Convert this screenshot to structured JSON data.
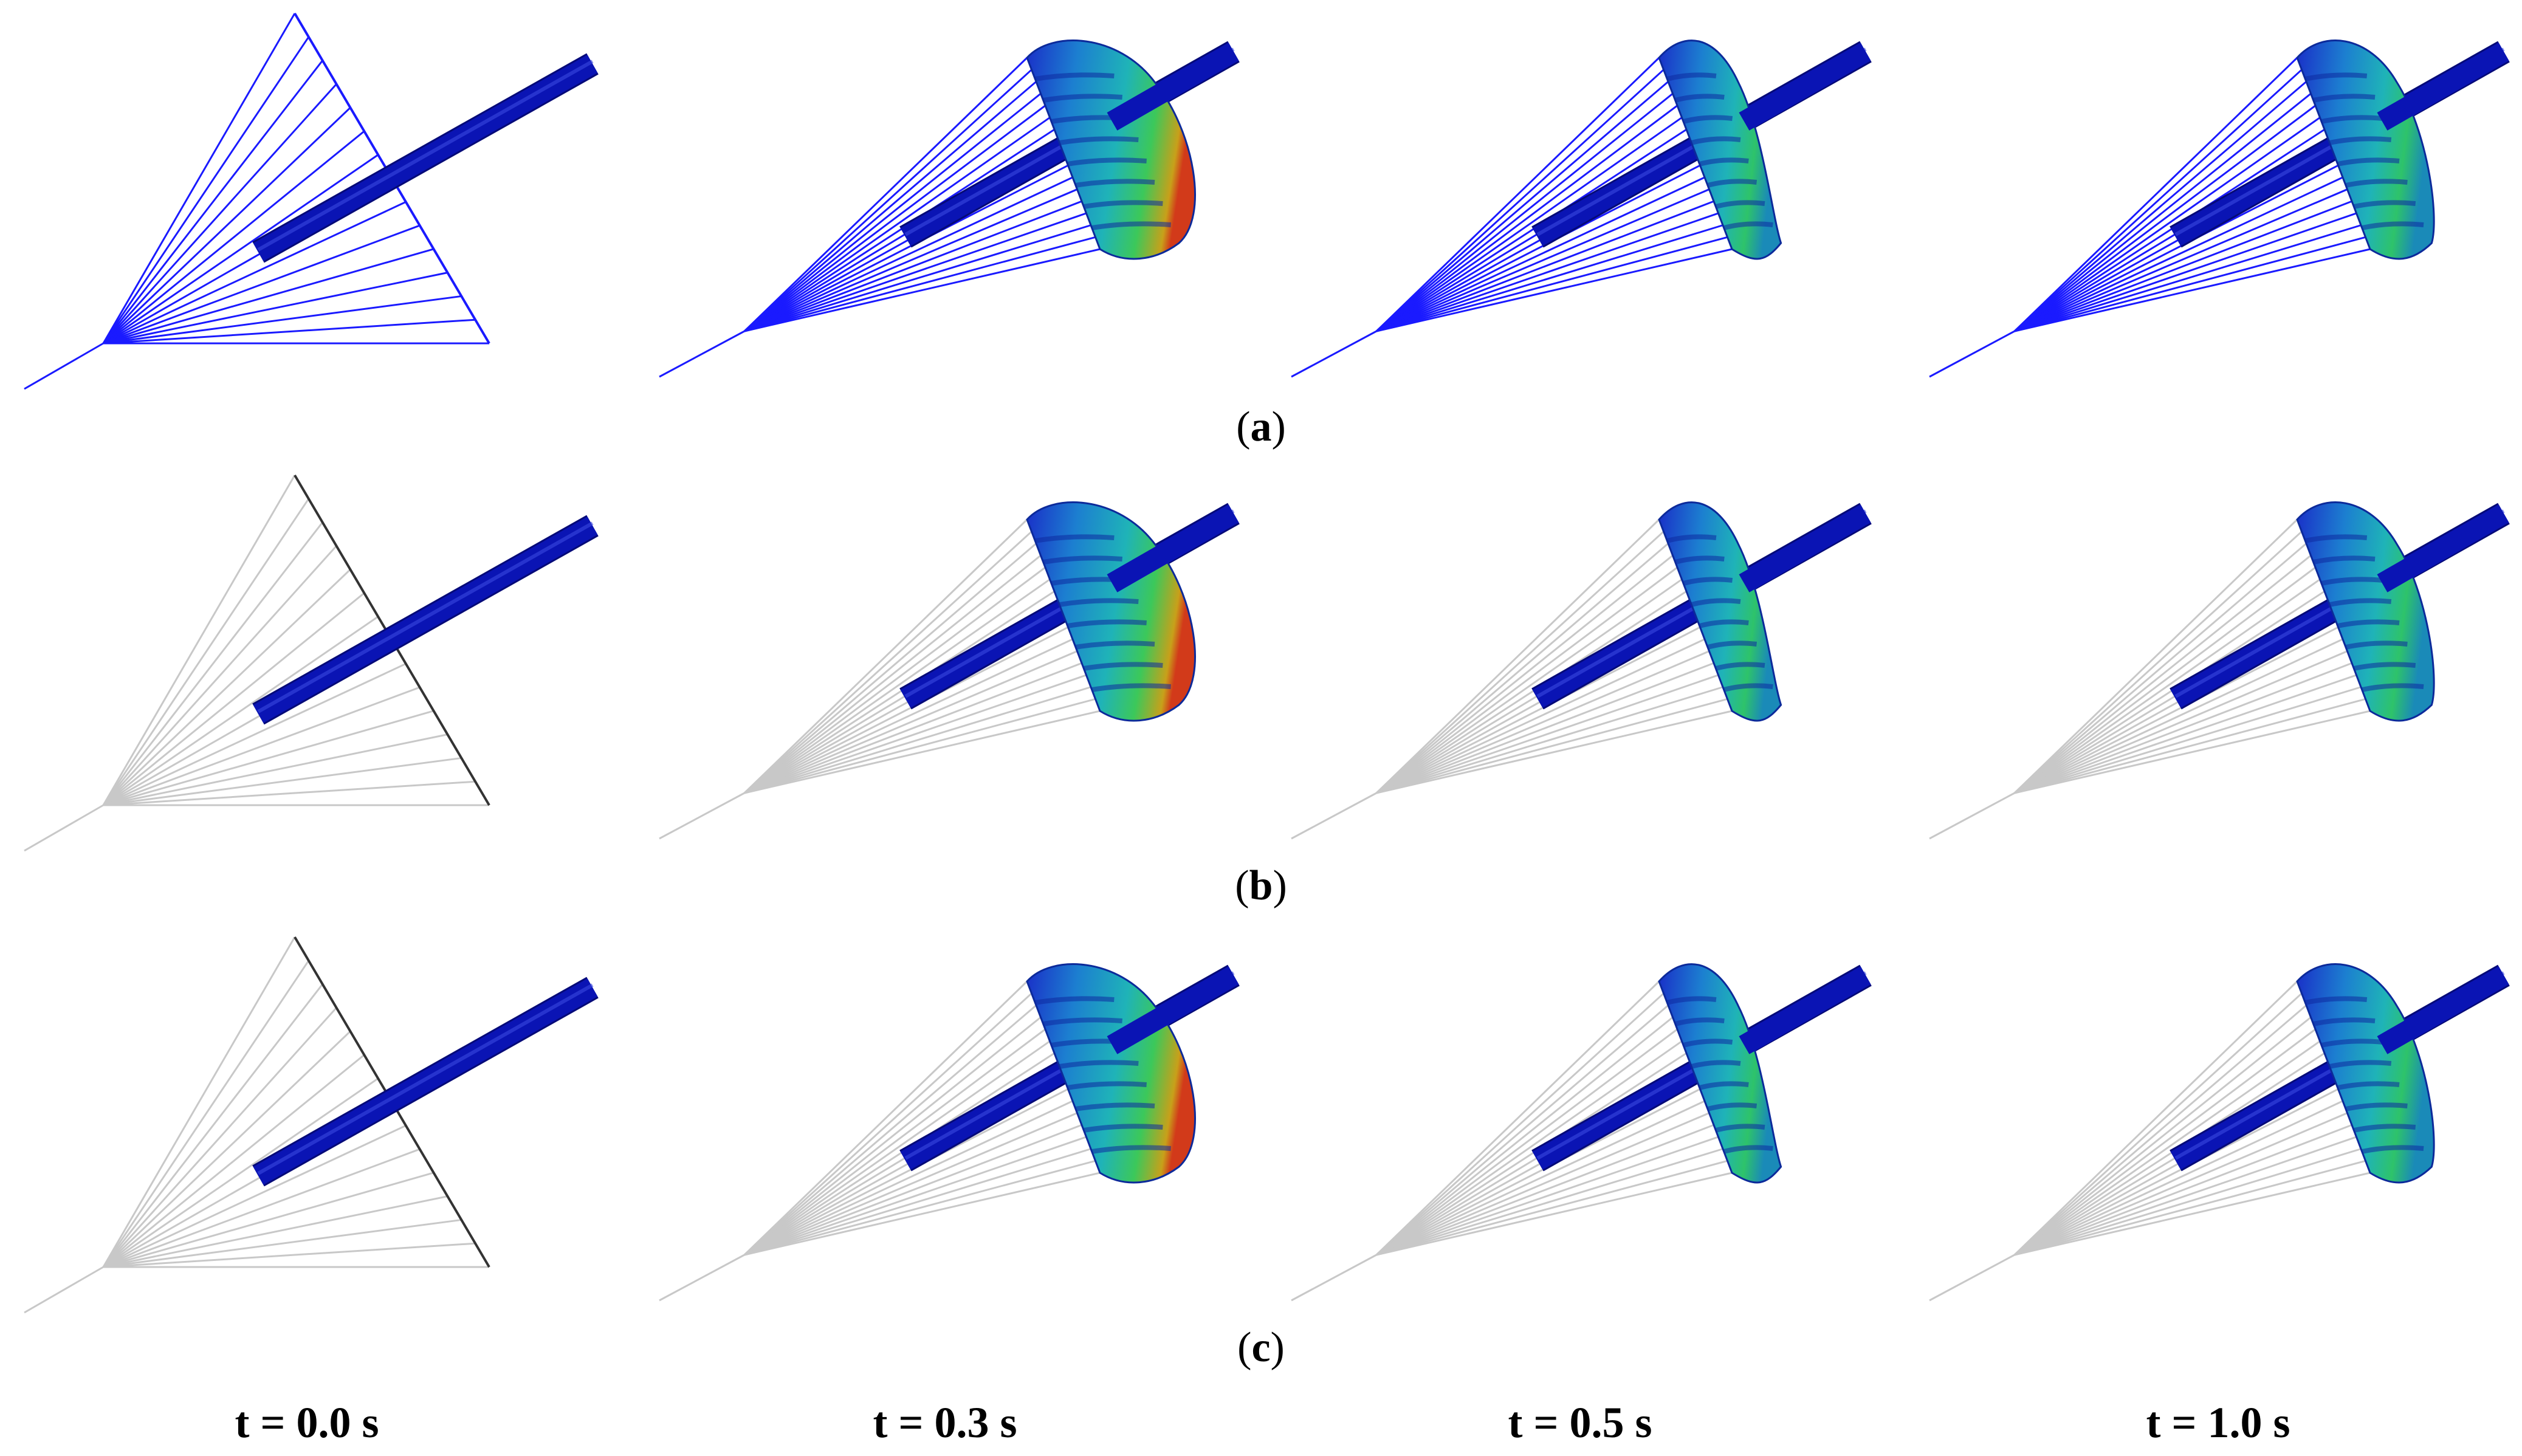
{
  "figure": {
    "rows": [
      {
        "id": "a",
        "letter": "a",
        "line_style": "blue-lines"
      },
      {
        "id": "b",
        "letter": "b",
        "line_style": "grey-lines"
      },
      {
        "id": "c",
        "letter": "c",
        "line_style": "grey-lines"
      }
    ],
    "columns": [
      {
        "id": "t0",
        "label": "t = 0.0 s",
        "state": "folded"
      },
      {
        "id": "t03",
        "label": "t = 0.3 s",
        "state": "inflated"
      },
      {
        "id": "t05",
        "label": "t = 0.5 s",
        "state": "inflated"
      },
      {
        "id": "t10",
        "label": "t = 1.0 s",
        "state": "inflated"
      }
    ],
    "colors": {
      "rod": "#0a14b4",
      "rod_dark": "#050a78",
      "line_blue": "#1a1aff",
      "line_grey": "#c8c8c8",
      "canopy_blue": "#1a3ccf",
      "canopy_cyan": "#1fa6c8",
      "canopy_green": "#2ec36a",
      "canopy_red": "#d23a1a"
    }
  }
}
